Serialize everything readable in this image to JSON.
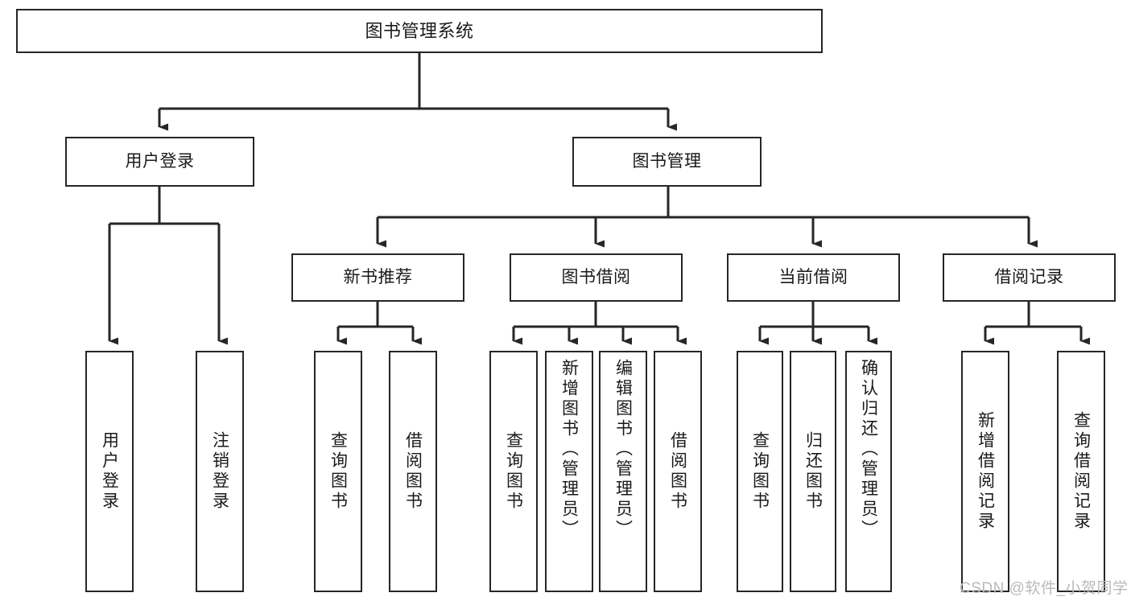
{
  "diagram": {
    "type": "tree-hierarchy-chart",
    "title": "图书管理系统",
    "colors": {
      "box_border": "#262626",
      "box_fill": "#ffffff",
      "edge": "#262626",
      "text": "#1a1a1a",
      "watermark": "#b9b9b9",
      "background": "#ffffff"
    },
    "root": {
      "label": "图书管理系统"
    },
    "level2": [
      {
        "id": "user-login",
        "label": "用户登录"
      },
      {
        "id": "book-manage",
        "label": "图书管理"
      }
    ],
    "level3": [
      {
        "id": "new-book-rec",
        "label": "新书推荐"
      },
      {
        "id": "book-borrow",
        "label": "图书借阅"
      },
      {
        "id": "current-borrow",
        "label": "当前借阅"
      },
      {
        "id": "borrow-record",
        "label": "借阅记录"
      }
    ],
    "leaves": {
      "user_login": [
        {
          "id": "leaf-user-login",
          "label": "用户登录"
        },
        {
          "id": "leaf-logout-login",
          "label": "注销登录"
        }
      ],
      "new_book_rec": [
        {
          "id": "leaf-query-book-1",
          "label": "查询图书"
        },
        {
          "id": "leaf-borrow-book-1",
          "label": "借阅图书"
        }
      ],
      "book_borrow": [
        {
          "id": "leaf-query-book-2",
          "label": "查询图书"
        },
        {
          "id": "leaf-add-book",
          "label": "新增图书（管理员）"
        },
        {
          "id": "leaf-edit-book",
          "label": "编辑图书（管理员）"
        },
        {
          "id": "leaf-borrow-book-2",
          "label": "借阅图书"
        }
      ],
      "current_borrow": [
        {
          "id": "leaf-query-book-3",
          "label": "查询图书"
        },
        {
          "id": "leaf-return-book",
          "label": "归还图书"
        },
        {
          "id": "leaf-confirm-return",
          "label": "确认归还（管理员）"
        }
      ],
      "borrow_record": [
        {
          "id": "leaf-add-record",
          "label": "新增借阅记录"
        },
        {
          "id": "leaf-query-record",
          "label": "查询借阅记录"
        }
      ]
    }
  },
  "watermark": {
    "text": "CSDN @软件_小贺同学"
  }
}
